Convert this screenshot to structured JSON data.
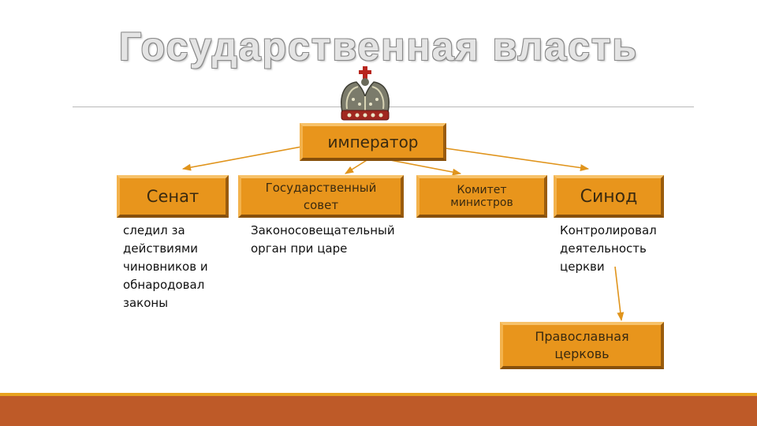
{
  "title": "Государственная власть",
  "crown_icon": "imperial-crown-icon",
  "nodes": {
    "emperor": "император",
    "senate": "Сенат",
    "state_council": "Государственный совет",
    "committee": "Комитет министров",
    "synod": "Синод",
    "church": "Православная церковь"
  },
  "notes": {
    "senate": "следил за\nдействиями\nчиновников и\nобнародовал\nзаконы",
    "state_council": "Законосовещательный\nорган при царе",
    "synod": "Контролировал\nдеятельность\nцеркви"
  },
  "colors": {
    "box_fill": "#e8951c",
    "arrow": "#e0941c",
    "footer_bar": "#be5a28",
    "footer_line": "#e8a21e",
    "title_fill": "#e4e4e4"
  }
}
